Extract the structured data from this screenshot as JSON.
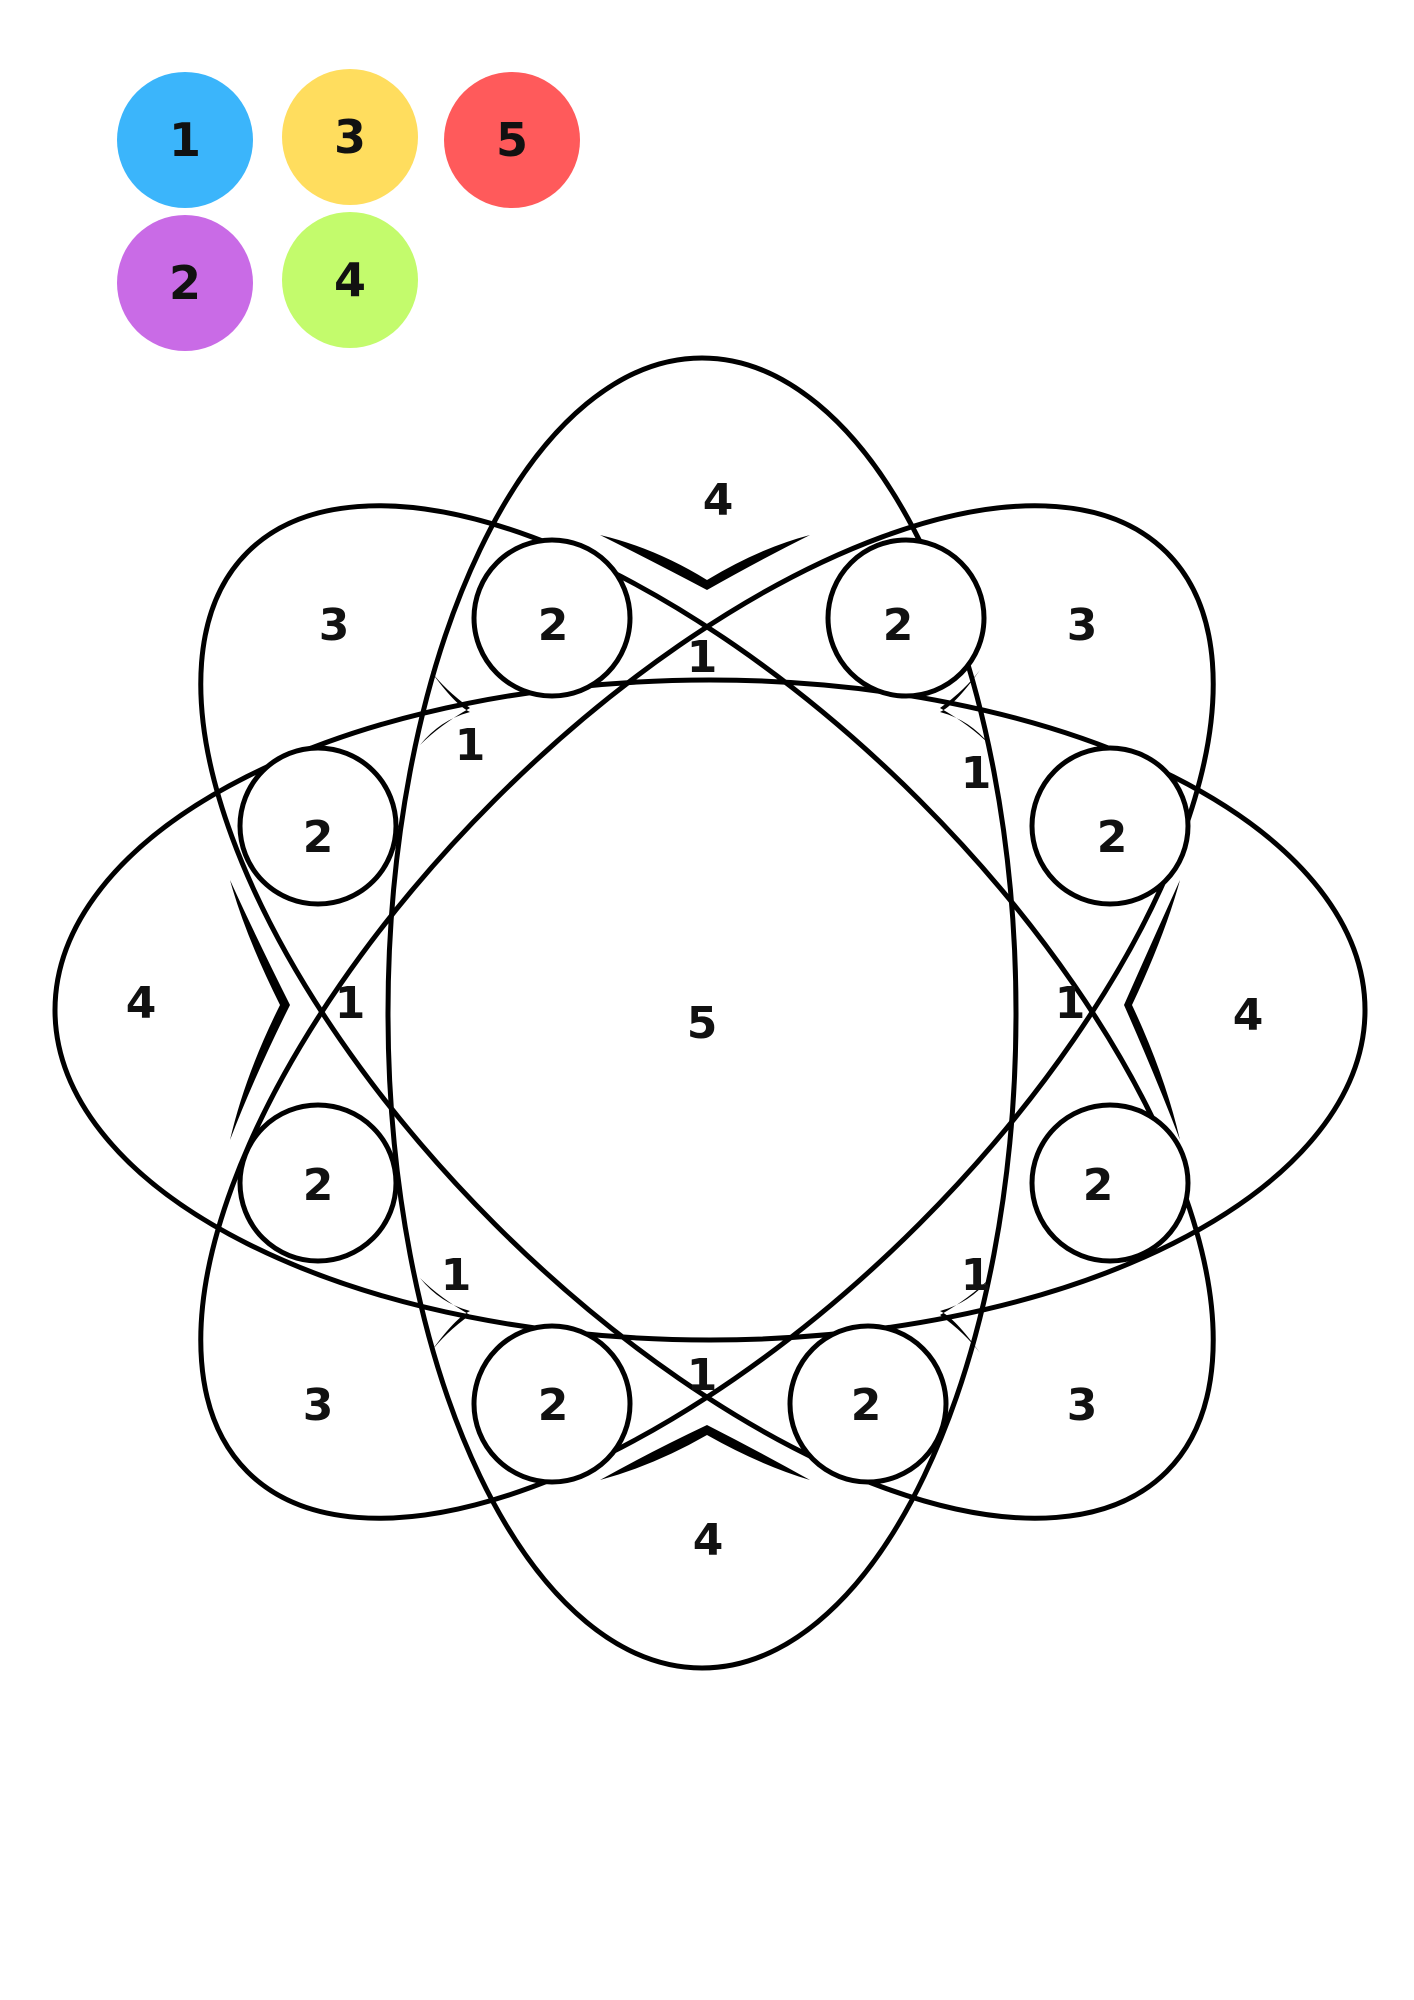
{
  "legend": [
    {
      "number": "1",
      "color": "#3bb5fb"
    },
    {
      "number": "2",
      "color": "#c96be6"
    },
    {
      "number": "3",
      "color": "#ffdd5e"
    },
    {
      "number": "4",
      "color": "#c3fb6c"
    },
    {
      "number": "5",
      "color": "#ff5a5b"
    }
  ],
  "regions": {
    "center": "5",
    "outer_tips": [
      "4",
      "4",
      "4",
      "4"
    ],
    "petal_corners": [
      "3",
      "3",
      "3",
      "3"
    ],
    "petal_lobes": [
      "2",
      "2",
      "2",
      "2",
      "2",
      "2",
      "2",
      "2"
    ],
    "inner_ring": [
      "1",
      "1",
      "1",
      "1",
      "1",
      "1",
      "1",
      "1"
    ]
  }
}
